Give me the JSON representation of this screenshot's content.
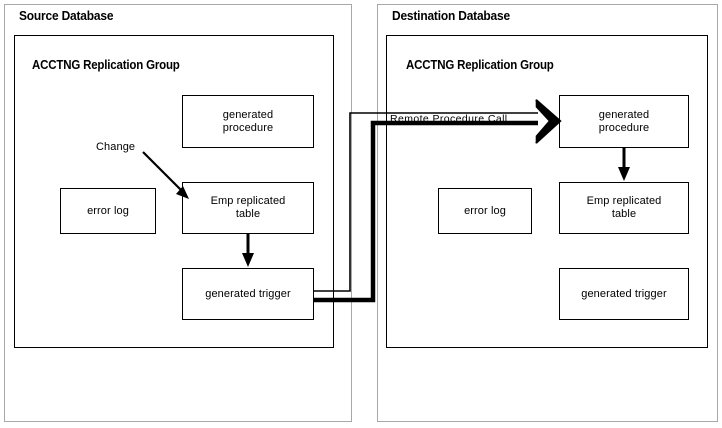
{
  "diagram": {
    "title_source": "Source Database",
    "title_destination": "Destination Database",
    "group_label": "ACCTNG Replication Group",
    "stroke_color": "#000000",
    "panel_border_color": "#a8a8a8",
    "background": "#ffffff"
  },
  "source": {
    "panel_title": "Source Database",
    "group_title": "ACCTNG Replication Group",
    "nodes": {
      "generated_procedure": "generated\nprocedure",
      "generated_procedure_line1": "generated",
      "generated_procedure_line2": "procedure",
      "error_log": "error log",
      "emp_table_line1": "Emp replicated",
      "emp_table_line2": "table",
      "generated_trigger": "generated trigger"
    },
    "annotation": {
      "change_label": "Change"
    }
  },
  "destination": {
    "panel_title": "Destination Database",
    "group_title": "ACCTNG Replication Group",
    "nodes": {
      "generated_procedure_line1": "generated",
      "generated_procedure_line2": "procedure",
      "error_log": "error log",
      "emp_table_line1": "Emp replicated",
      "emp_table_line2": "table",
      "generated_trigger": "generated trigger"
    }
  },
  "connector": {
    "rpc_label": "Remote Procedure  Call"
  }
}
